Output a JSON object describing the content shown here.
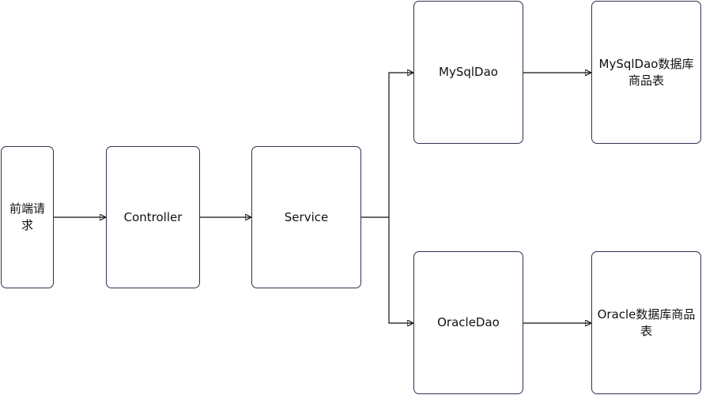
{
  "nodes": {
    "request": "前端请求",
    "controller": "Controller",
    "service": "Service",
    "mysql_dao": "MySqlDao",
    "mysql_table": "MySqlDao数据库商品表",
    "oracle_dao": "OracleDao",
    "oracle_table": "Oracle数据库商品表"
  },
  "colors": {
    "node_border": "#2b3350",
    "edge": "#111111",
    "text": "#111111"
  }
}
